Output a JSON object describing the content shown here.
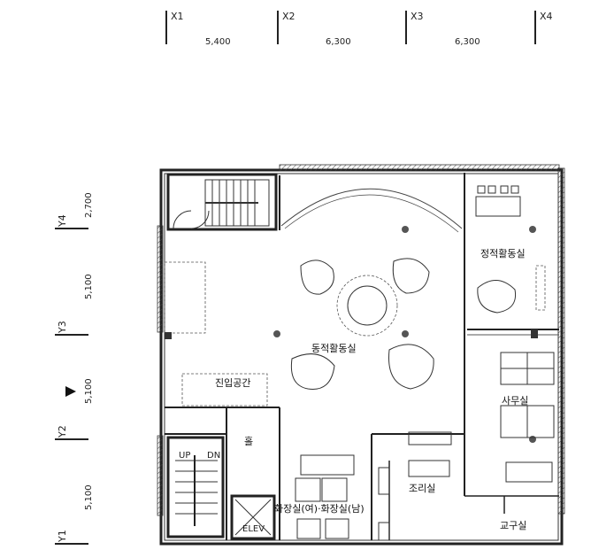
{
  "grid": {
    "x_axes": [
      "X1",
      "X2",
      "X3",
      "X4"
    ],
    "x_spans": [
      "5,400",
      "6,300",
      "6,300"
    ],
    "y_axes": [
      "Y4",
      "Y3",
      "Y2",
      "Y1"
    ],
    "y_spans": [
      "2,700",
      "5,100",
      "5,100",
      "5,100"
    ]
  },
  "rooms": {
    "dynamic_activity": "동적활동실",
    "static_activity": "정적활동실",
    "entry_space": "진입공간",
    "hall": "홀",
    "office": "사무실",
    "kitchen": "조리실",
    "restroom": "화장실(여)·화장실(남)",
    "tool_room": "교구실"
  },
  "stair_labels": {
    "up": "UP",
    "dn": "DN",
    "elevator": "ELEV"
  }
}
